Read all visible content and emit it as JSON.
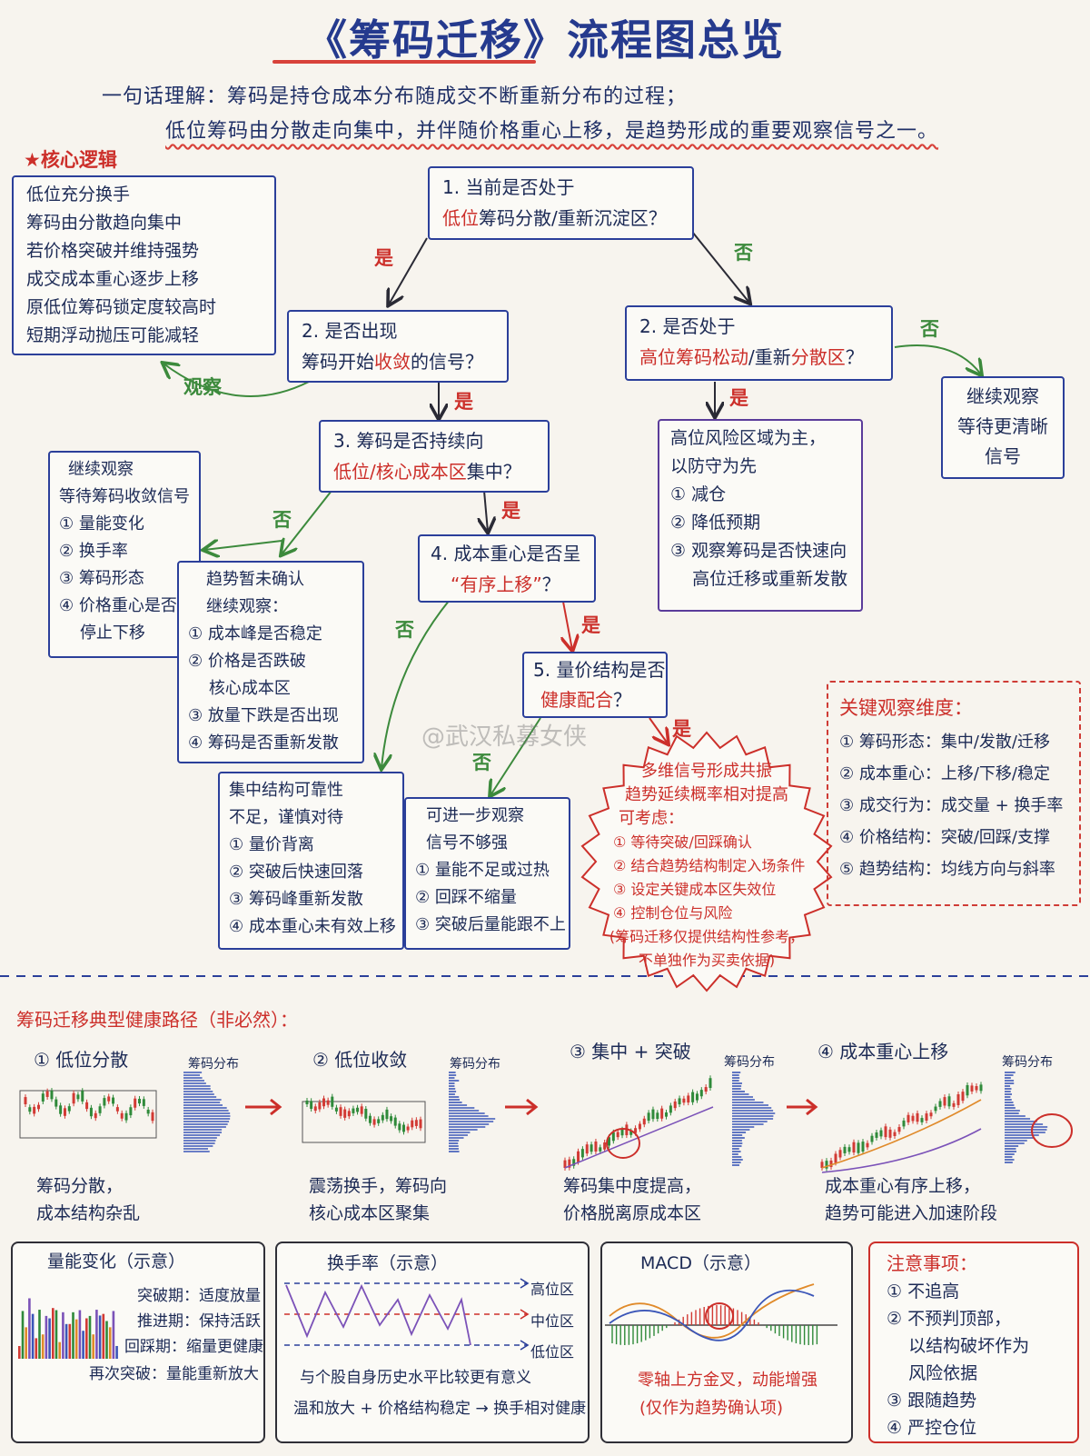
{
  "header": {
    "title": "《筹码迁移》流程图总览",
    "subtitle_line1": "一句话理解：筹码是持仓成本分布随成交不断重新分布的过程；",
    "subtitle_line2": "低位筹码由分散走向集中，并伴随价格重心上移，是趋势形成的重要观察信号之一。"
  },
  "core_logic": {
    "label": "★核心逻辑",
    "lines": [
      "低位充分换手",
      "筹码由分散趋向集中",
      "若价格突破并维持强势",
      "成交成本重心逐步上移",
      "原低位筹码锁定度较高时",
      "短期浮动抛压可能减轻"
    ]
  },
  "flow": {
    "q1": {
      "line1": "1.  当前是否处于",
      "line2_red": "低位",
      "line2_rest": "筹码分散/重新沉淀区？"
    },
    "q2a": {
      "line1": "2. 是否出现",
      "line2_a": "筹码开始",
      "line2_red": "收敛",
      "line2_b": "的信号？"
    },
    "q2b": {
      "line1": "2. 是否处于",
      "line2_red": "高位筹码松动",
      "line2_a": "/重新",
      "line2_red2": "分散区",
      "line2_b": "？"
    },
    "q3": {
      "line1": "3. 筹码是否持续向",
      "line2_red": "低位/核心成本区",
      "line2_b": "集中？"
    },
    "q4": {
      "line1": "4. 成本重心是否呈",
      "line2_red": "“有序上移”",
      "line2_b": "？"
    },
    "q5": {
      "line1": "5. 量价结构是否",
      "line2_red": "健康配合",
      "line2_b": "？"
    },
    "yes": "是",
    "no": "否",
    "observe": "观察"
  },
  "continue_right": [
    "继续观察",
    "等待更清晰",
    "信号"
  ],
  "high_risk": [
    "高位风险区域为主，",
    "以防守为先",
    "① 减仓",
    "② 降低预期",
    "③ 观察筹码是否快速向",
    "    高位迁移或重新发散"
  ],
  "continue_left": [
    "继续观察",
    "等待筹码收敛信号",
    "① 量能变化",
    "② 换手率",
    "③ 筹码形态",
    "④ 价格重心是否",
    "    停止下移"
  ],
  "trend_unconfirmed": [
    "趋势暂未确认",
    "继续观察：",
    "① 成本峰是否稳定",
    "② 价格是否跌破",
    "    核心成本区",
    "③ 放量下跌是否出现",
    "④ 筹码是否重新发散"
  ],
  "concentration_weak": [
    "集中结构可靠性",
    "不足，谨慎对待",
    "① 量价背离",
    "② 突破后快速回落",
    "③ 筹码峰重新发散",
    "④ 成本重心未有效上移"
  ],
  "signal_weak": [
    "可进一步观察",
    "信号不够强",
    "① 量能不足或过热",
    "② 回踩不缩量",
    "③ 突破后量能跟不上"
  ],
  "resonance": [
    "多维信号形成共振",
    "趋势延续概率相对提高",
    "可考虑：",
    "① 等待突破/回踩确认",
    "② 结合趋势结构制定入场条件",
    "③ 设定关键成本区失效位",
    "④ 控制仓位与风险",
    "(筹码迁移仅提供结构性参考，",
    "不单独作为买卖依据)"
  ],
  "key_dimensions": {
    "title": "关键观察维度：",
    "items": [
      "① 筹码形态：集中/发散/迁移",
      "② 成本重心：上移/下移/稳定",
      "③ 成交行为：成交量 + 换手率",
      "④ 价格结构：突破/回踩/支撑",
      "⑤ 趋势结构：均线方向与斜率"
    ]
  },
  "watermark": "@武汉私募女侠",
  "path": {
    "title": "筹码迁移典型健康路径（非必然）：",
    "dist_label": "筹码分布",
    "stages": [
      {
        "name": "① 低位分散",
        "caption": [
          "筹码分散，",
          "成本结构杂乱"
        ]
      },
      {
        "name": "② 低位收敛",
        "caption": [
          "震荡换手，筹码向",
          "核心成本区聚集"
        ]
      },
      {
        "name": "③ 集中 + 突破",
        "caption": [
          "筹码集中度提高，",
          "价格脱离原成本区"
        ]
      },
      {
        "name": "④ 成本重心上移",
        "caption": [
          "成本重心有序上移，",
          "趋势可能进入加速阶段"
        ]
      }
    ]
  },
  "volume_panel": {
    "title": "量能变化（示意）",
    "items": [
      "突破期：适度放量",
      "推进期：保持活跃",
      "回踩期：缩量更健康",
      "再次突破：量能重新放大"
    ]
  },
  "turnover_panel": {
    "title": "换手率（示意）",
    "levels": [
      "高位区",
      "中位区",
      "低位区"
    ],
    "notes": [
      "与个股自身历史水平比较更有意义",
      "温和放大 + 价格结构稳定 → 换手相对健康"
    ]
  },
  "macd_panel": {
    "title": "MACD（示意）",
    "notes": [
      "零轴上方金叉，动能增强",
      "(仅作为趋势确认项)"
    ]
  },
  "caution_panel": {
    "title": "注意事项：",
    "items": [
      "① 不追高",
      "② 不预判顶部，",
      "    以结构破坏作为",
      "    风险依据",
      "③ 跟随趋势",
      "④ 严控仓位"
    ]
  },
  "colors": {
    "blue": "#2b3f9a",
    "red": "#cc2f2a",
    "green": "#3c8a3c",
    "purple": "#5b3c9a",
    "bg": "#f7f4ee"
  }
}
